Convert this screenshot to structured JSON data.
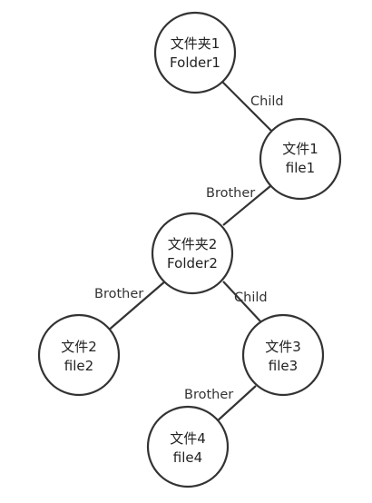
{
  "nodes": [
    {
      "id": "folder1",
      "line1": "文件夹1",
      "line2": "Folder1"
    },
    {
      "id": "file1",
      "line1": "文件1",
      "line2": "file1"
    },
    {
      "id": "folder2",
      "line1": "文件夹2",
      "line2": "Folder2"
    },
    {
      "id": "file2",
      "line1": "文件2",
      "line2": "file2"
    },
    {
      "id": "file3",
      "line1": "文件3",
      "line2": "file3"
    },
    {
      "id": "file4",
      "line1": "文件4",
      "line2": "file4"
    }
  ],
  "edges": [
    {
      "from": "folder1",
      "to": "file1",
      "label": "Child"
    },
    {
      "from": "file1",
      "to": "folder2",
      "label": "Brother"
    },
    {
      "from": "folder2",
      "to": "file2",
      "label": "Brother"
    },
    {
      "from": "folder2",
      "to": "file3",
      "label": "Child"
    },
    {
      "from": "file3",
      "to": "file4",
      "label": "Brother"
    }
  ]
}
